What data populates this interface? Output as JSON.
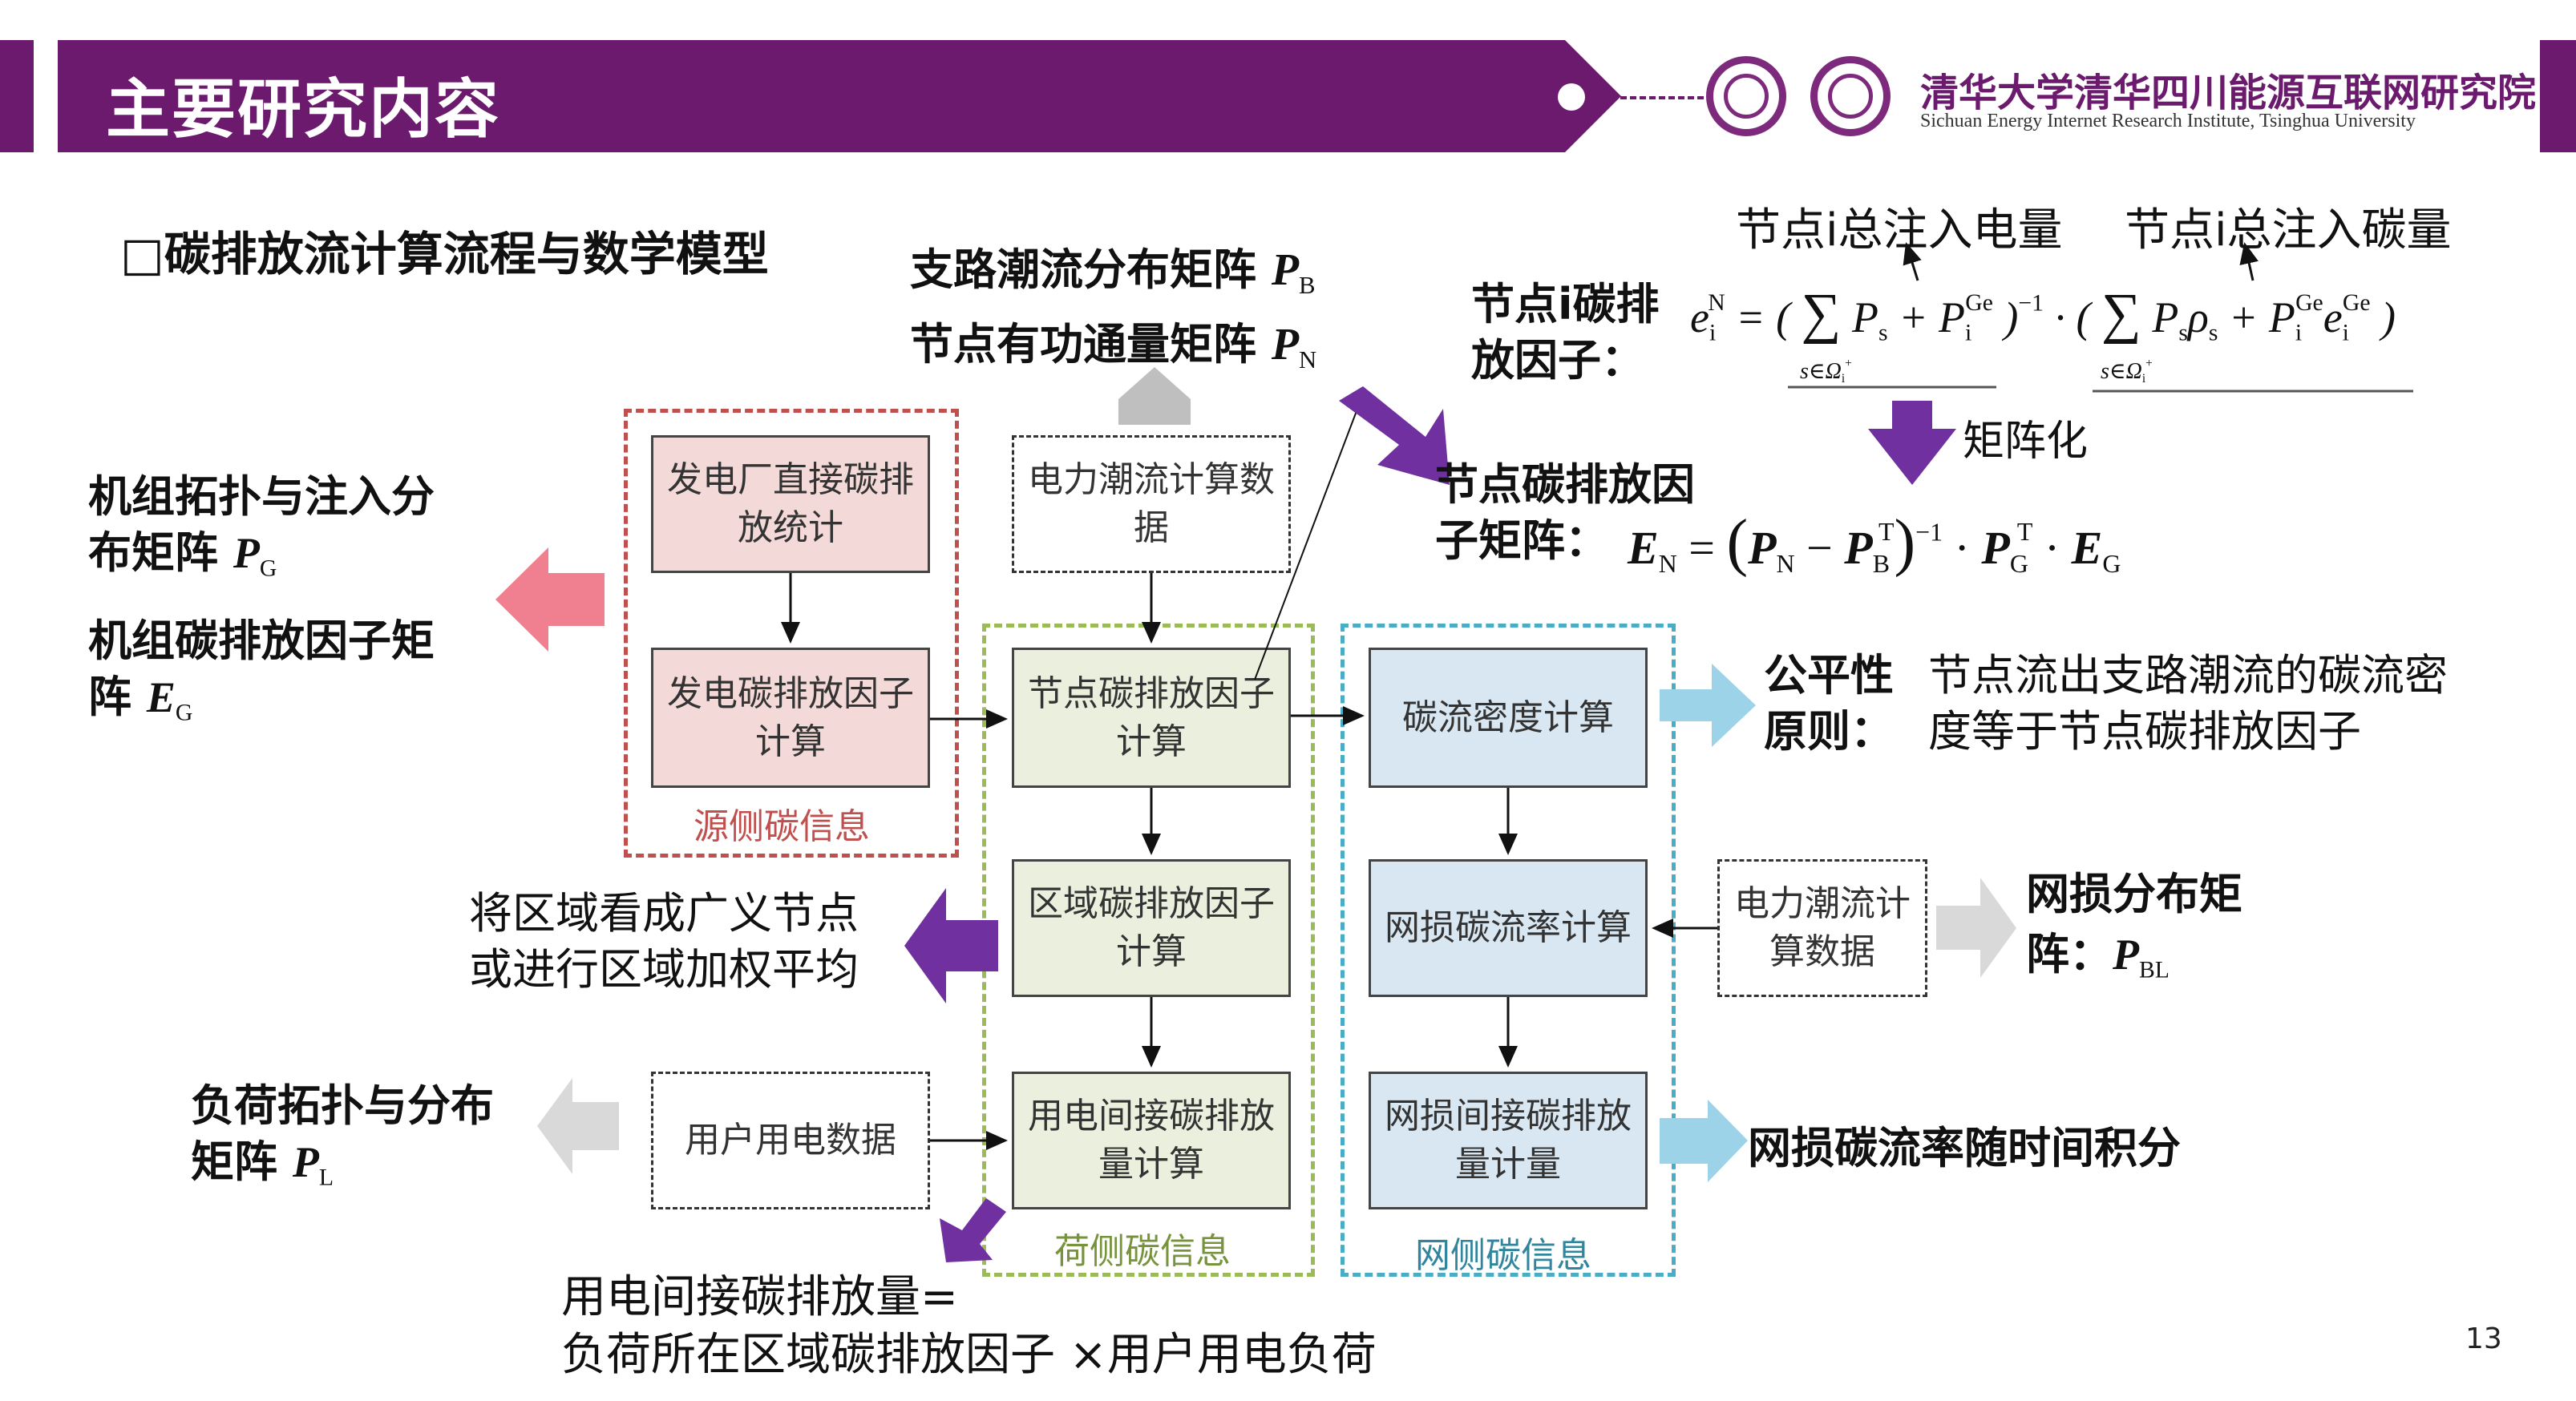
{
  "header": {
    "title": "主要研究内容",
    "institute_cn": "清华大学清华四川能源互联网研究院",
    "institute_en": "Sichuan Energy Internet Research Institute, Tsinghua University"
  },
  "page_number": "13",
  "section_heading": "□碳排放流计算流程与数学模型",
  "top_center": {
    "line1": "支路潮流分布矩阵",
    "line1_sym": "P",
    "line1_sub": "B",
    "line2": "节点有功通量矩阵",
    "line2_sym": "P",
    "line2_sub": "N"
  },
  "left": {
    "gen_topology": "机组拓扑与注入分布矩阵",
    "gen_topology_l1": "机组拓扑与注入分",
    "gen_topology_l2": "布矩阵",
    "pg_sym": "P",
    "pg_sub": "G",
    "gen_factor_l1": "机组碳排放因子矩",
    "gen_factor_l2": "阵",
    "eg_sym": "E",
    "eg_sub": "G",
    "region_l1": "将区域看成广义节点",
    "region_l2": "或进行区域加权平均",
    "load_l1": "负荷拓扑与分布",
    "load_l2": "矩阵",
    "pl_sym": "P",
    "pl_sub": "L"
  },
  "boxes": {
    "plant_stats": "发电厂直接碳排放统计",
    "gen_factor": "发电碳排放因子计算",
    "flow_data_top": "电力潮流计算数据",
    "node_factor": "节点碳排放因子计算",
    "region_factor": "区域碳排放因子计算",
    "user_indirect": "用电间接碳排放量计算",
    "user_data": "用户用电数据",
    "density": "碳流密度计算",
    "loss_rate": "网损碳流率计算",
    "loss_indirect": "网损间接碳排放量计量",
    "flow_data_right": "电力潮流计算数据"
  },
  "groups": {
    "source": "源侧碳信息",
    "load": "荷侧碳信息",
    "grid": "网侧碳信息"
  },
  "right": {
    "node_in_power": "节点i总注入电量",
    "node_in_carbon": "节点i总注入碳量",
    "node_factor_l1": "节点i碳排",
    "node_factor_l2": "放因子：",
    "matrixize": "矩阵化",
    "node_matrix_l1": "节点碳排放因",
    "node_matrix_l2": "子矩阵：",
    "fairness_l1": "公平性",
    "fairness_l2": "原则：",
    "fairness_desc_l1": "节点流出支路潮流的碳流密",
    "fairness_desc_l2": "度等于节点碳排放因子",
    "loss_dist_l1": "网损分布矩",
    "loss_dist_l2": "阵：",
    "pbl_sym": "P",
    "pbl_sub": "BL",
    "loss_integral": "网损碳流率随时间积分"
  },
  "bottom": {
    "line1": "用电间接碳排放量=",
    "line2": "负荷所在区域碳排放因子 ×用户用电负荷"
  },
  "colors": {
    "purple": "#6b1a6e",
    "pink": "#f08090",
    "red_dash": "#c0504d",
    "green_dash": "#9bbb59",
    "blue_dash": "#4bacc6",
    "light_blue": "#9dd3e8",
    "gray": "#bfbfbf",
    "arrow_purple": "#7030a0"
  }
}
